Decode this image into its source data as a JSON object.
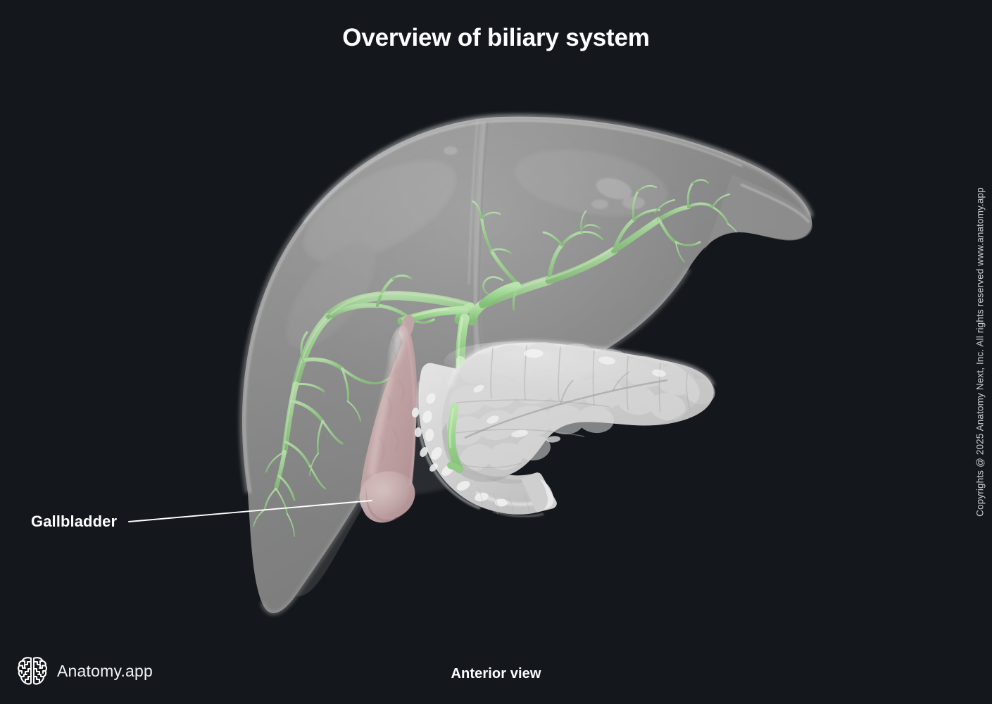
{
  "page": {
    "title": "Overview of biliary system",
    "view_caption": "Anterior view",
    "background_color": "#14171c"
  },
  "labels": [
    {
      "id": "gallbladder",
      "text": "Gallbladder",
      "leader_from": [
        183,
        741
      ],
      "leader_to": [
        528,
        711
      ]
    }
  ],
  "brand": {
    "name": "Anatomy.app",
    "icon": "brain-icon"
  },
  "copyright": {
    "text": "Copyrights @ 2025 Anatomy Next, Inc. All rights reserved www.anatomy.app"
  },
  "anatomy": {
    "structures": [
      {
        "name": "liver",
        "color": "#8d8d8d",
        "note": "translucent gray, right and left lobes, anterior view"
      },
      {
        "name": "gallbladder",
        "color": "#c2a6a6",
        "note": "pear-shaped, dusty pink, highlighted structure"
      },
      {
        "name": "bile-ducts",
        "color": "#9fd492",
        "note": "intrahepatic ducts, right and left hepatic ducts, common hepatic duct, cystic duct, common bile duct"
      },
      {
        "name": "pancreas",
        "color": "#cfcfcf",
        "note": "lobulated, head to tail, with pancreatic duct"
      },
      {
        "name": "duodenum",
        "color": "#d8d8d8",
        "note": "C-shaped loop around pancreatic head with plicae circulares"
      }
    ],
    "palette": {
      "liver_fill": "#8d8d8d",
      "liver_edge": "#b4b4b4",
      "gallbladder_fill": "#c3a7a7",
      "duct_green": "#9fd492",
      "duct_green_light": "#c2e6b6",
      "pancreas_fill": "#cdcdcd",
      "duodenum_fill": "#dcdcdc",
      "label_white": "#ffffff"
    }
  }
}
